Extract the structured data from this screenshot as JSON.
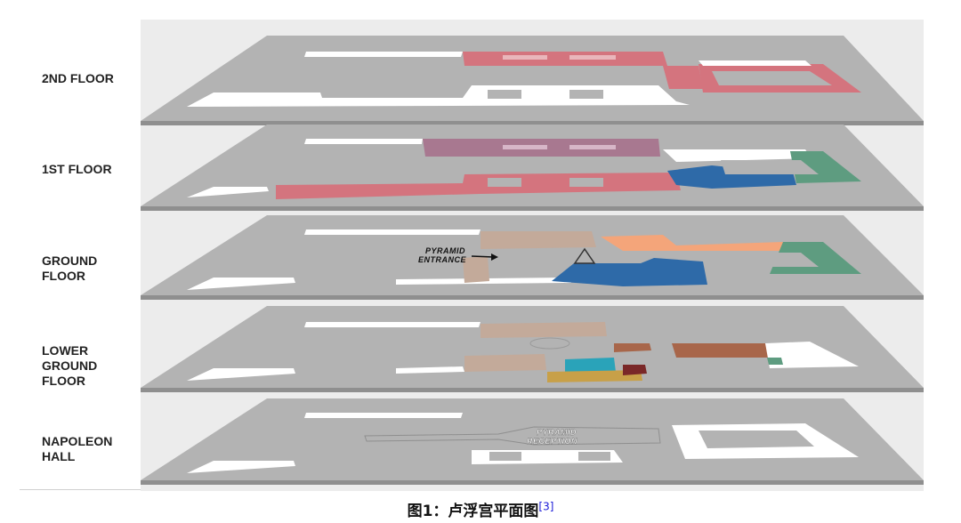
{
  "floors": [
    {
      "id": "2nd",
      "label": "2ND FLOOR"
    },
    {
      "id": "1st",
      "label": "1ST FLOOR"
    },
    {
      "id": "ground",
      "label": "GROUND\nFLOOR"
    },
    {
      "id": "lower",
      "label": "LOWER\nGROUND\nFLOOR"
    },
    {
      "id": "napoleon",
      "label": "NAPOLEON\nHALL"
    }
  ],
  "annotations": {
    "pyramid_entrance_line1": "PYRAMID",
    "pyramid_entrance_line2": "ENTRANCE",
    "pyramid_reception_line1": "PYRAMID",
    "pyramid_reception_line2": "RECEPTION"
  },
  "caption": {
    "text": "图1：卢浮宫平面图",
    "ref": "[3]"
  },
  "colors": {
    "slab_top": "#b3b3b3",
    "slab_front": "#8f8f8f",
    "wing": "#ffffff",
    "pink": "#d4747e",
    "mauve": "#a87890",
    "blue": "#2e6aa8",
    "green": "#5e9c80",
    "peach": "#f4a57a",
    "tan": "#c3aa9a",
    "brown": "#a8664a",
    "teal": "#2aa3b9",
    "ochre": "#c8a048",
    "maroon": "#7a2828"
  }
}
